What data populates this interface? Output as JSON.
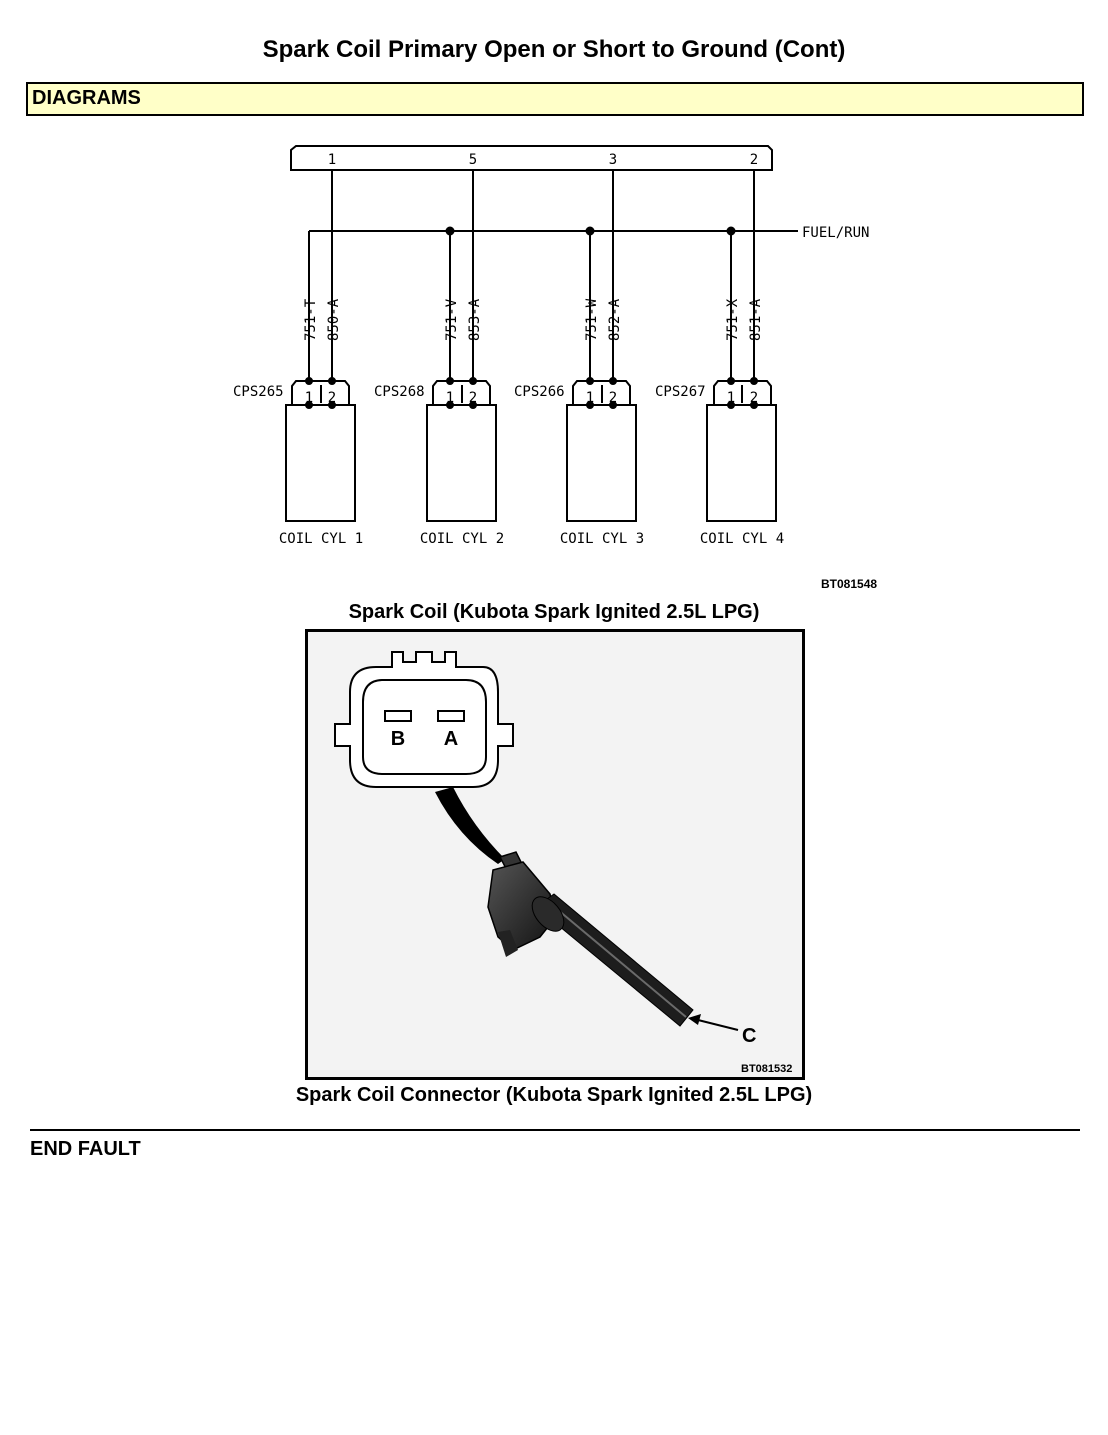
{
  "page": {
    "title": "Spark Coil Primary Open or Short to Ground (Cont)",
    "section": "DIAGRAMS",
    "end_text": "END FAULT"
  },
  "schematic": {
    "bus_pins": [
      "1",
      "5",
      "3",
      "2"
    ],
    "fuel_label": "FUEL/RUN",
    "circuits": [
      {
        "wire1": "751-T",
        "wire2": "850-A",
        "connector": "CPS265",
        "coil": "COIL CYL 1"
      },
      {
        "wire1": "751-V",
        "wire2": "853-A",
        "connector": "CPS268",
        "coil": "COIL CYL 2"
      },
      {
        "wire1": "751-W",
        "wire2": "852-A",
        "connector": "CPS266",
        "coil": "COIL CYL 3"
      },
      {
        "wire1": "751-X",
        "wire2": "851-A",
        "connector": "CPS267",
        "coil": "COIL CYL 4"
      }
    ],
    "pin1": "1",
    "pin2": "2",
    "figure_code": "BT081548",
    "caption": "Spark Coil (Kubota Spark Ignited 2.5L LPG)"
  },
  "photo": {
    "label_b": "B",
    "label_a": "A",
    "label_c": "C",
    "figure_code": "BT081532",
    "caption": "Spark Coil Connector (Kubota Spark Ignited 2.5L LPG)"
  }
}
